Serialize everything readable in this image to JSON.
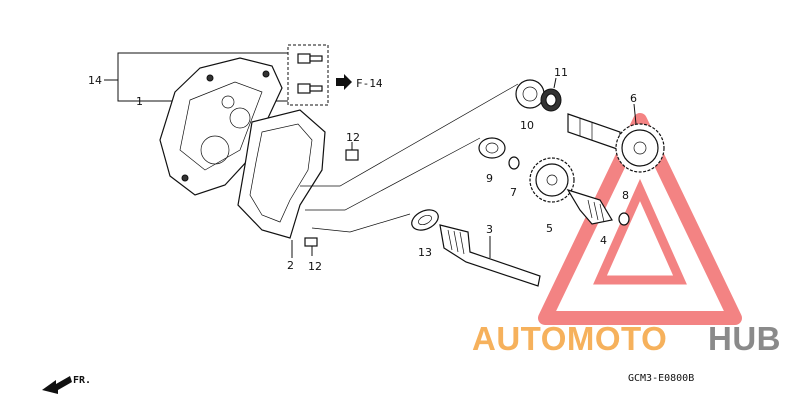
{
  "diagram": {
    "callouts": {
      "c14": "14",
      "c1": "1",
      "c12a": "12",
      "c12b": "12",
      "c2": "2",
      "c13": "13",
      "c3": "3",
      "c9": "9",
      "c7": "7",
      "c5": "5",
      "c11": "11",
      "c10": "10",
      "c6": "6",
      "c8": "8",
      "c4": "4"
    },
    "reference": "F-14",
    "front_marker": "FR.",
    "diagram_code": "GCM3-E0800B"
  },
  "watermark": {
    "brand_part1": "AUTOMOTO",
    "brand_part2": "HUB",
    "colors": {
      "accent": "#f05a5a",
      "orange": "#f6b15c",
      "gray": "#8a8a8a"
    }
  }
}
